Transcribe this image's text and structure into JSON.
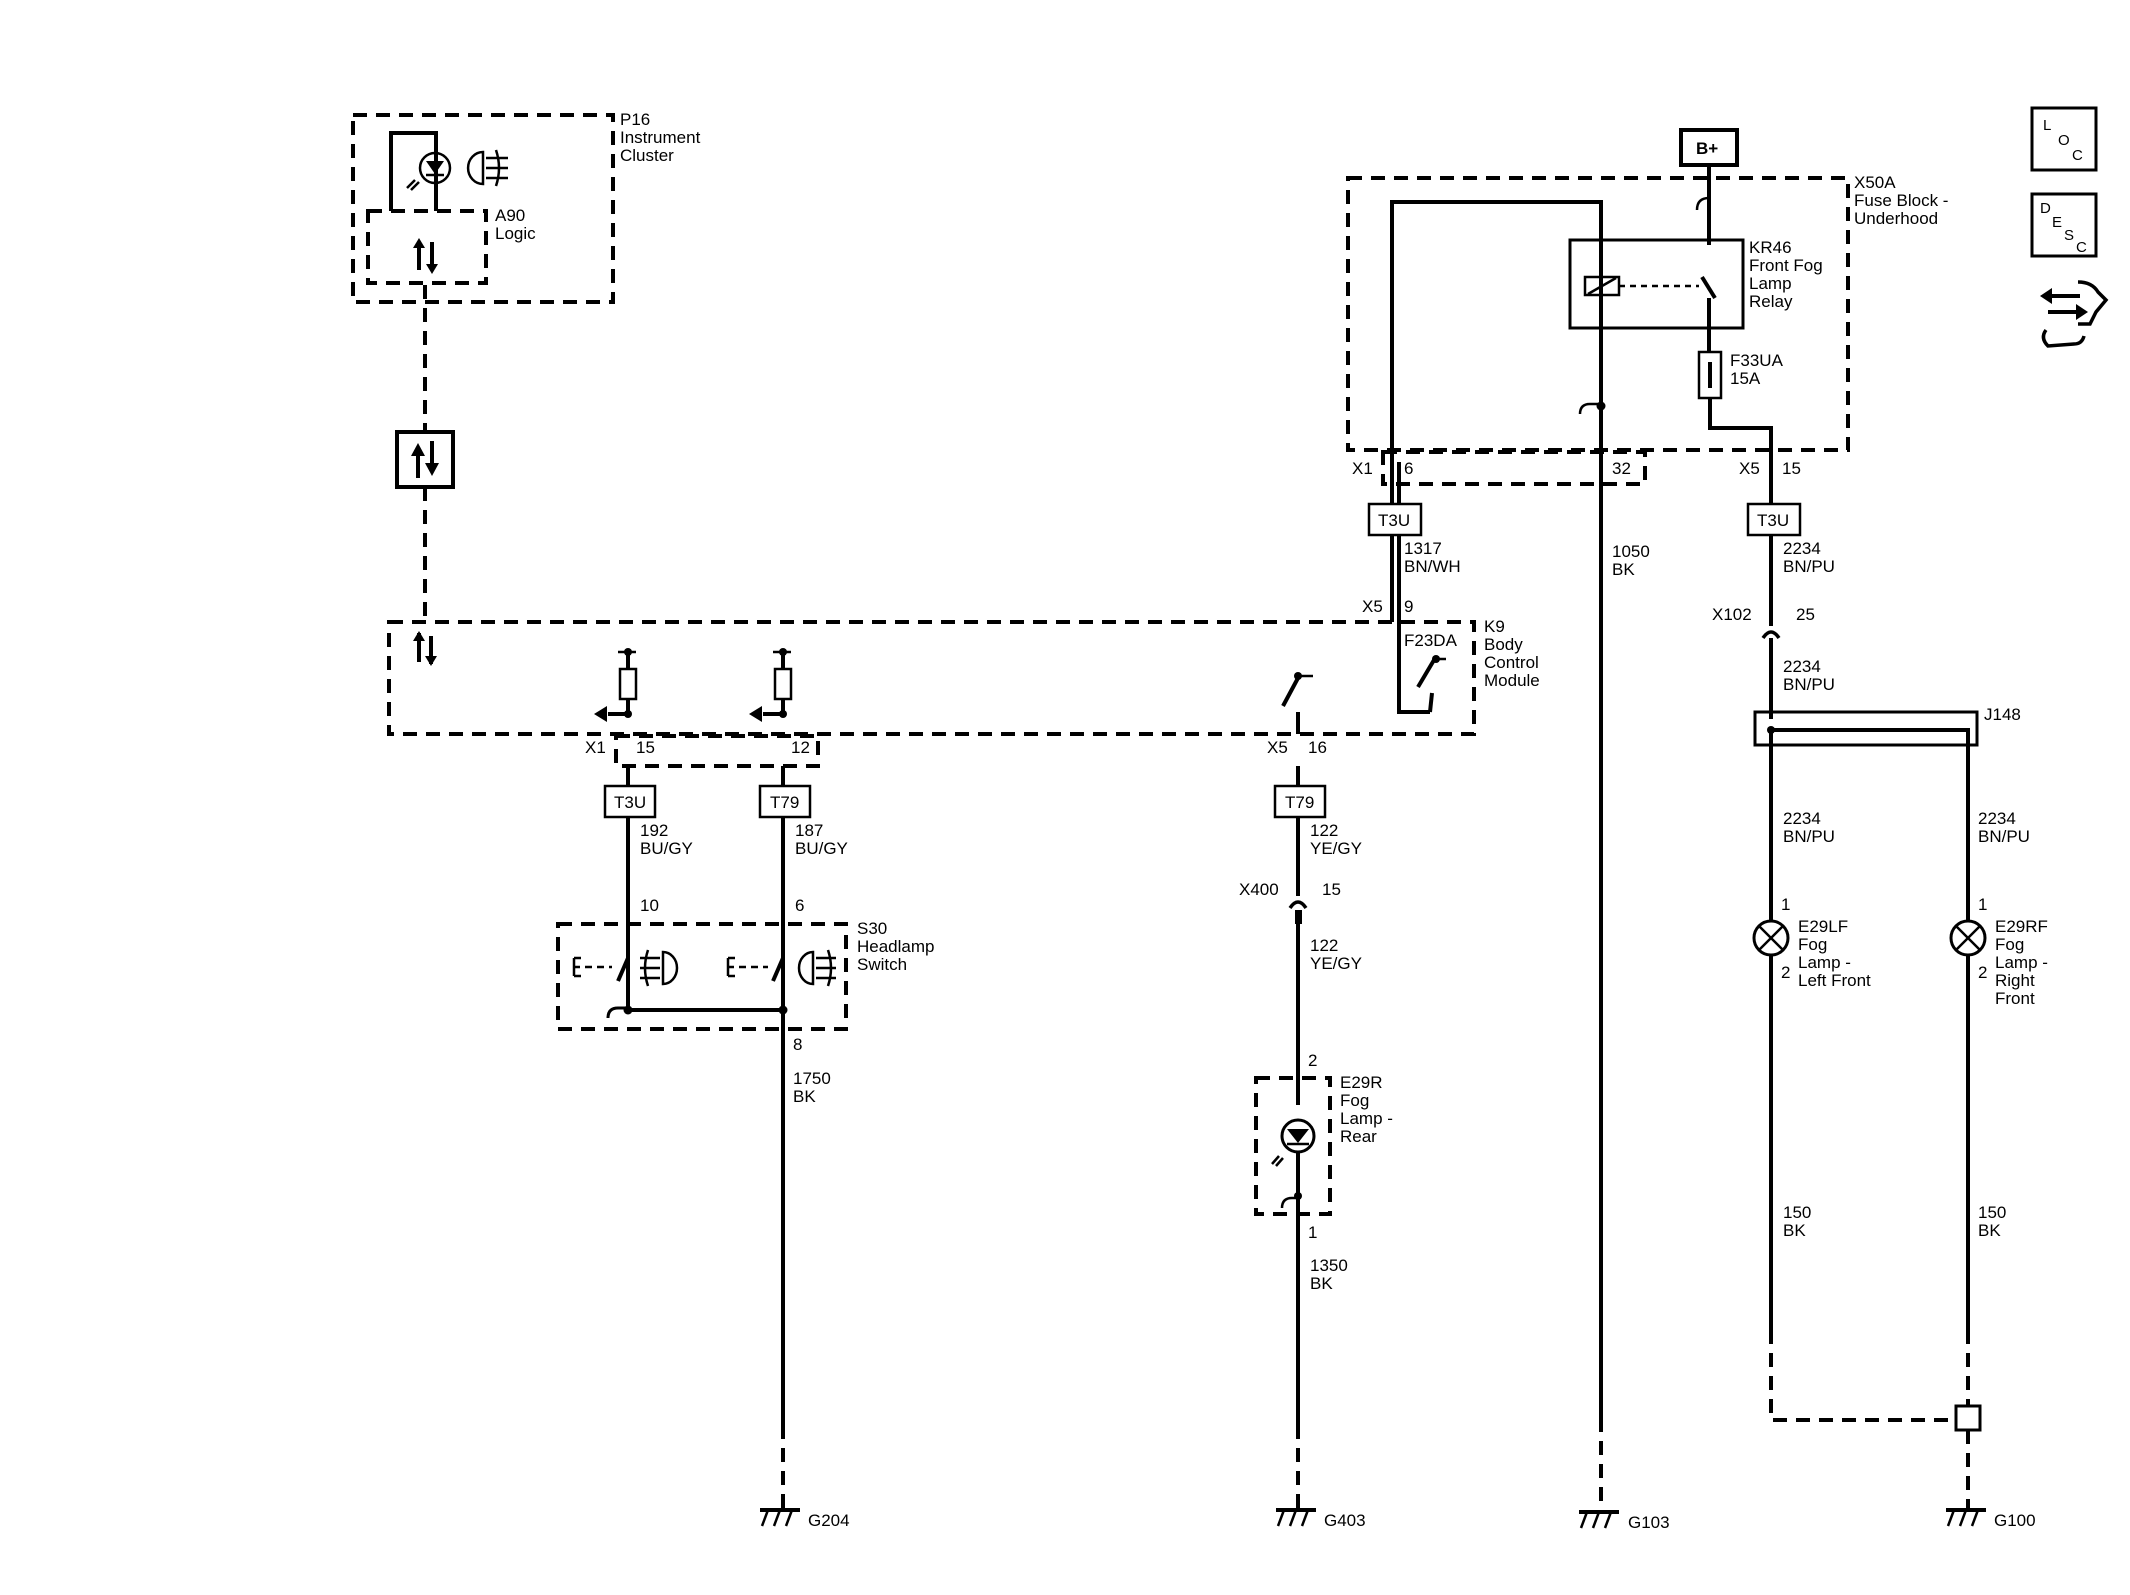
{
  "components": {
    "p16": [
      "P16",
      "Instrument",
      "Cluster"
    ],
    "a90": [
      "A90",
      "Logic"
    ],
    "x50a": [
      "X50A",
      "Fuse Block -",
      "Underhood"
    ],
    "kr46": [
      "KR46",
      "Front Fog",
      "Lamp",
      "Relay"
    ],
    "f33ua": [
      "F33UA",
      "15A"
    ],
    "k9": [
      "K9",
      "Body",
      "Control",
      "Module"
    ],
    "f23da": "F23DA",
    "s30": [
      "S30",
      "Headlamp",
      "Switch"
    ],
    "e29r": [
      "E29R",
      "Fog",
      "Lamp -",
      "Rear"
    ],
    "e29lf": [
      "E29LF",
      "Fog",
      "Lamp -",
      "Left Front"
    ],
    "e29rf": [
      "E29RF",
      "Fog",
      "Lamp -",
      "Right",
      "Front"
    ],
    "j148": "J148",
    "battery": "B+"
  },
  "nav_icons": {
    "loc": [
      "L",
      "O",
      "C"
    ],
    "desc": [
      "D",
      "E",
      "S",
      "C"
    ]
  },
  "connectors": {
    "x1_fuse": "X1",
    "x5_fuse": "X5",
    "x5_bcm_top": "X5",
    "x1_bcm": "X1",
    "x5_bcm_bottom": "X5",
    "x102": "X102",
    "x400": "X400"
  },
  "pins": {
    "fuse_x1": "6",
    "fuse_32": "32",
    "fuse_x5": "15",
    "bcm_x5_in": "9",
    "bcm_x1_a": "15",
    "bcm_x1_b": "12",
    "bcm_x5_out": "16",
    "x102": "25",
    "x400": "15",
    "s30_a": "10",
    "s30_b": "6",
    "s30_ground": "8",
    "e29r_top": "2",
    "e29r_bottom": "1",
    "e29lf_top": "1",
    "e29lf_bottom": "2",
    "e29rf_top": "1",
    "e29rf_bottom": "2"
  },
  "terminal_labels": {
    "t3u_fuse_x1": "T3U",
    "t3u_fuse_x5": "T3U",
    "t3u_bcm": "T3U",
    "t79_bcm_a": "T79",
    "t79_bcm_b": "T79"
  },
  "wires": {
    "w1317": [
      "1317",
      "BN/WH"
    ],
    "w2234_a": [
      "2234",
      "BN/PU"
    ],
    "w2234_b": [
      "2234",
      "BN/PU"
    ],
    "w2234_c": [
      "2234",
      "BN/PU"
    ],
    "w2234_d": [
      "2234",
      "BN/PU"
    ],
    "w1050": [
      "1050",
      "BK"
    ],
    "w192": [
      "192",
      "BU/GY"
    ],
    "w187": [
      "187",
      "BU/GY"
    ],
    "w122_a": [
      "122",
      "YE/GY"
    ],
    "w122_b": [
      "122",
      "YE/GY"
    ],
    "w1750": [
      "1750",
      "BK"
    ],
    "w1350": [
      "1350",
      "BK"
    ],
    "w150_a": [
      "150",
      "BK"
    ],
    "w150_b": [
      "150",
      "BK"
    ]
  },
  "grounds": {
    "g204": "G204",
    "g403": "G403",
    "g103": "G103",
    "g100": "G100"
  }
}
